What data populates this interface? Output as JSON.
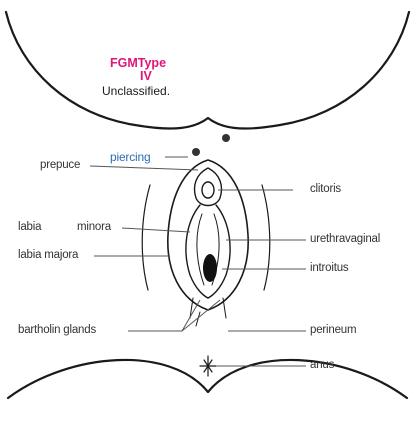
{
  "heading": {
    "line1": "FGMType",
    "line2": "IV",
    "line3": "Unclassified."
  },
  "labels": {
    "piercing": "piercing",
    "prepuce": "prepuce",
    "clitoris": "clitoris",
    "labia": "labia",
    "minora": "minora",
    "labia_majora": "labia majora",
    "urethravaginal": "urethravaginal",
    "introitus": "introitus",
    "bartholin_glands": "bartholin glands",
    "perineum": "perineum",
    "anus": "anus"
  },
  "colors": {
    "title": "#e0157a",
    "piercing_label": "#2a6fb5",
    "line": "#1a1a1a",
    "leader": "#555555"
  }
}
